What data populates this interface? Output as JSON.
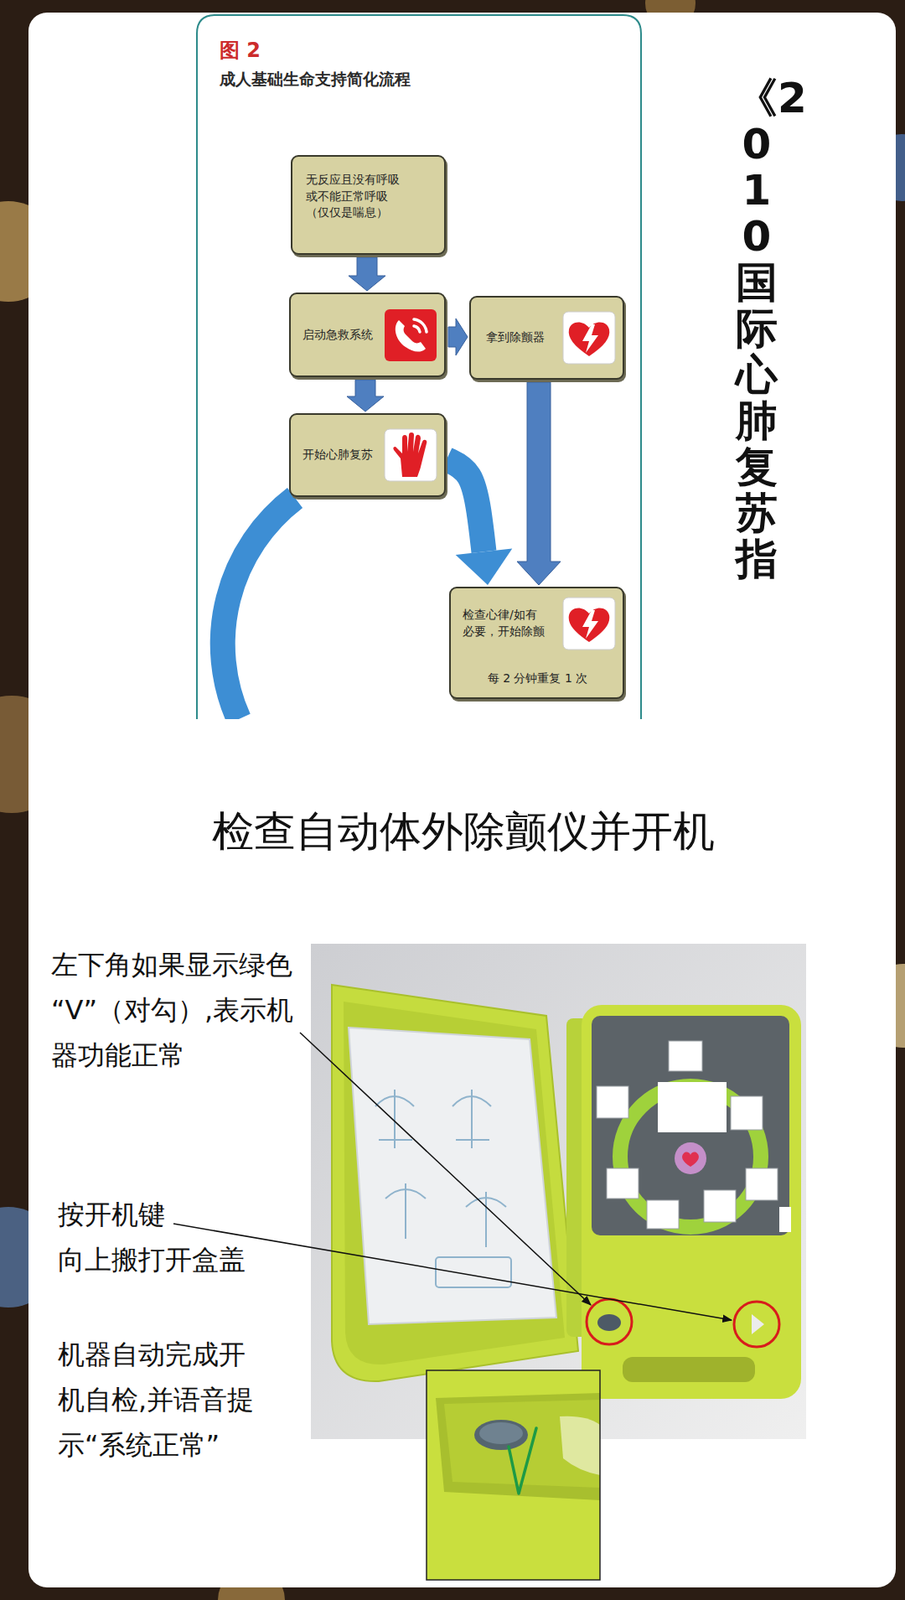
{
  "diagram": {
    "title": "成人基础生命支持简化流程",
    "nodes": [
      {
        "text": [
          "无反应且没有呼吸 或不能正常呼吸 （仅仅是喘息）"
        ]
      },
      {
        "text": [
          "启动急救系统"
        ]
      },
      {
        "text": [
          "拿到除颤器"
        ]
      },
      {
        "text": [
          "开始心肺复苏"
        ]
      },
      {
        "text": [
          "检查心律/如有 必要，开始除颤",
          "每 2 分钟重复 1 次"
        ]
      }
    ],
    "edges": [
      {
        "from": 0,
        "to": 1,
        "arrow": "to"
      },
      {
        "from": 1,
        "to": 2,
        "arrow": "to"
      },
      {
        "from": 1,
        "to": 3,
        "arrow": "to"
      },
      {
        "from": 2,
        "to": 4,
        "arrow": "to"
      },
      {
        "from": 3,
        "to": 4,
        "arrow": "to"
      }
    ],
    "labels": [
      "图 2",
      "《2010国际心肺复苏指",
      "检查自动体外除颤仪并开机",
      "左下角如果显示绿色 “V”（对勾）,表示机 器功能正常",
      "按开机键 向上搬打开盒盖",
      "机器自动完成开 机自检,并语音提 示“系统正常”"
    ]
  }
}
